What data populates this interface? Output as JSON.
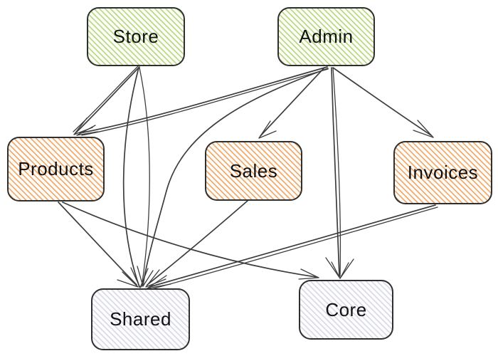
{
  "diagram": {
    "type": "dependency-graph",
    "style": "hand-drawn hachure",
    "background": "#ffffff",
    "nodes": [
      {
        "id": "store",
        "label": "Store",
        "group": "app"
      },
      {
        "id": "admin",
        "label": "Admin",
        "group": "app"
      },
      {
        "id": "products",
        "label": "Products",
        "group": "feature"
      },
      {
        "id": "sales",
        "label": "Sales",
        "group": "feature"
      },
      {
        "id": "invoices",
        "label": "Invoices",
        "group": "feature"
      },
      {
        "id": "shared",
        "label": "Shared",
        "group": "util"
      },
      {
        "id": "core",
        "label": "Core",
        "group": "util"
      }
    ],
    "edges": [
      {
        "from": "store",
        "to": "products"
      },
      {
        "from": "store",
        "to": "shared"
      },
      {
        "from": "admin",
        "to": "products"
      },
      {
        "from": "admin",
        "to": "sales"
      },
      {
        "from": "admin",
        "to": "invoices"
      },
      {
        "from": "admin",
        "to": "shared"
      },
      {
        "from": "admin",
        "to": "core"
      },
      {
        "from": "products",
        "to": "shared"
      },
      {
        "from": "products",
        "to": "core"
      },
      {
        "from": "sales",
        "to": "shared"
      },
      {
        "from": "invoices",
        "to": "shared"
      }
    ],
    "colors": {
      "app_fill": "#bcd88a",
      "feature_fill": "#f0ad74",
      "util_fill": "#dcdce4",
      "border": "#2f2f2f",
      "edge": "#3d3d3d",
      "text": "#111111"
    }
  }
}
